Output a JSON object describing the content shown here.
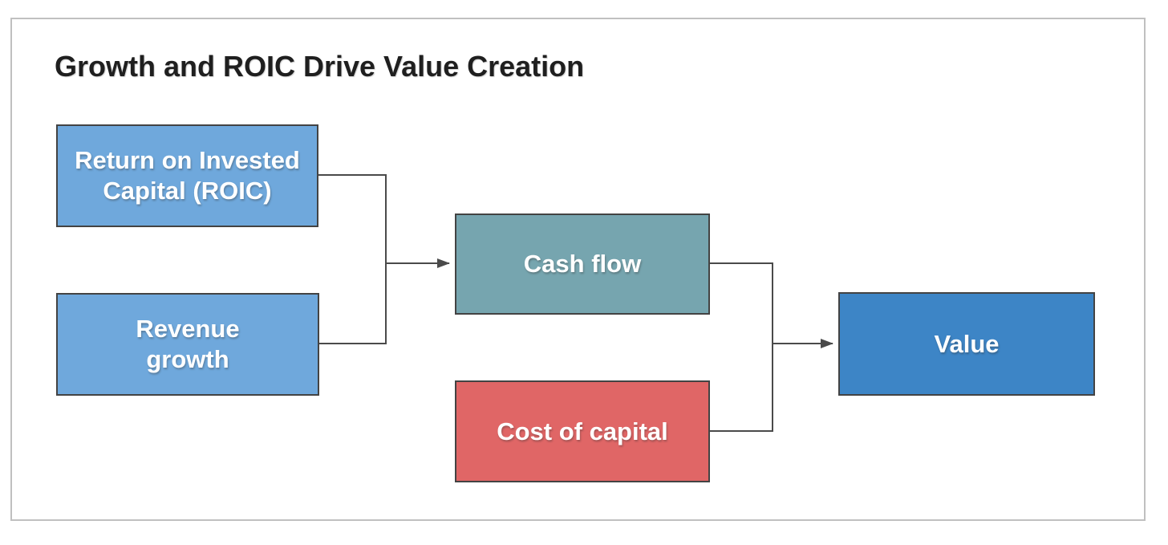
{
  "page": {
    "title": "Growth and ROIC Drive Value Creation"
  },
  "colors": {
    "frame_border": "#c0c0c0",
    "node_border": "#434343",
    "connector": "#4a4a4a",
    "title_text": "#1f1f1f",
    "node_text": "#ffffff",
    "background": "#ffffff"
  },
  "diagram": {
    "nodes": [
      {
        "id": "roic",
        "label": "Return on Invested\nCapital (ROIC)",
        "fill": "#6fa8dc"
      },
      {
        "id": "revenue-growth",
        "label": "Revenue\ngrowth",
        "fill": "#6fa8dc"
      },
      {
        "id": "cash-flow",
        "label": "Cash flow",
        "fill": "#76a5af"
      },
      {
        "id": "cost-of-capital",
        "label": "Cost of capital",
        "fill": "#e06666"
      },
      {
        "id": "value",
        "label": "Value",
        "fill": "#3d85c6"
      }
    ],
    "connectors": [
      {
        "from": "roic",
        "to": "cash-flow"
      },
      {
        "from": "revenue-growth",
        "to": "cash-flow"
      },
      {
        "from": "cash-flow",
        "to": "value"
      },
      {
        "from": "cost-of-capital",
        "to": "value"
      }
    ]
  }
}
